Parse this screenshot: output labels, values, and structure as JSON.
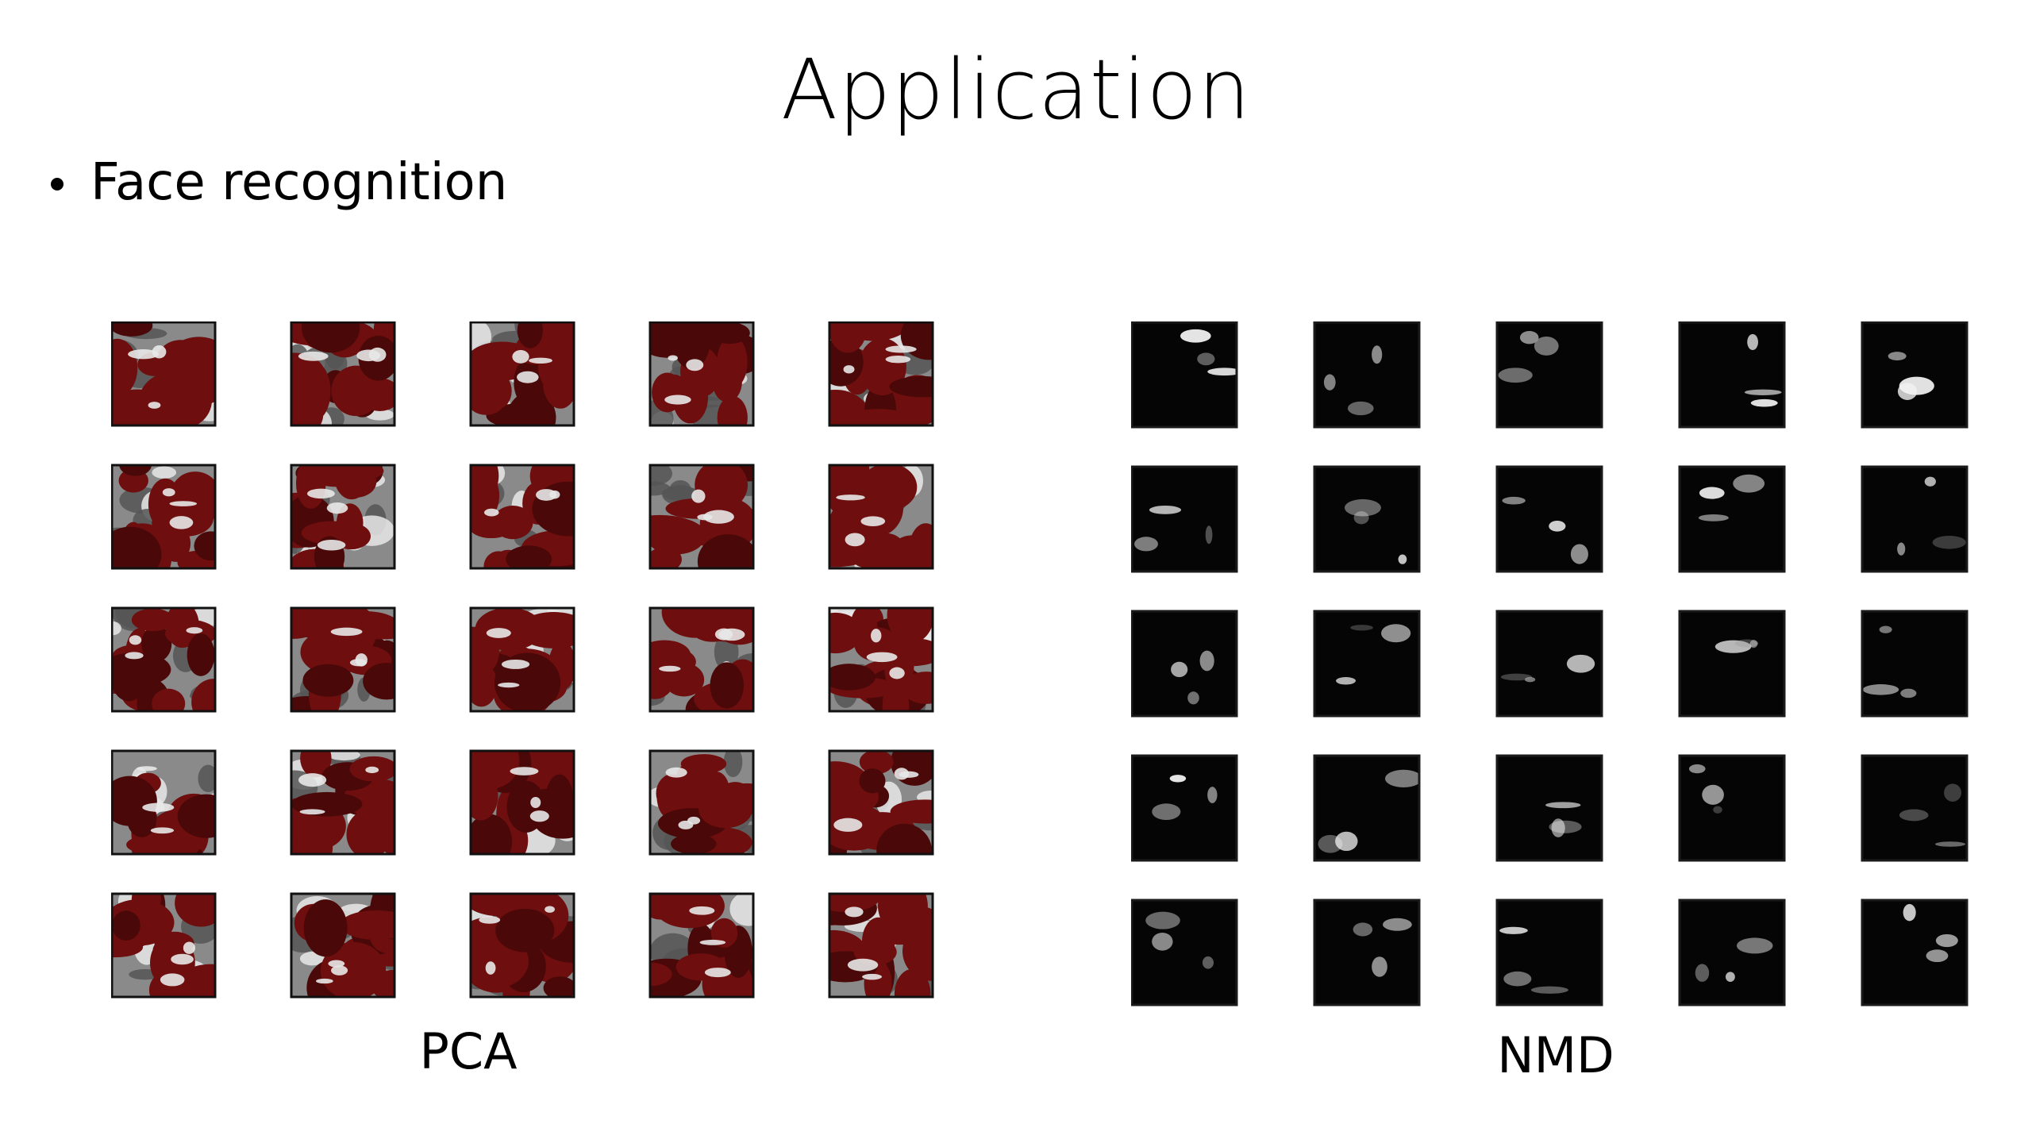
{
  "slide": {
    "title": "Application",
    "bullet": "Face recognition"
  },
  "panels": [
    {
      "id": "pca",
      "label": "PCA",
      "rows": 5,
      "cols": 5,
      "tile_style": "maroon-masked grayscale basis face",
      "colors": {
        "mask": "#6e0e0e",
        "mask_dark": "#4a0808",
        "light": "#e8e8e8",
        "mid": "#8a8a8a",
        "frame": "#111111"
      }
    },
    {
      "id": "nmd",
      "label": "NMD",
      "rows": 5,
      "cols": 5,
      "tile_style": "sparse bright parts on black",
      "colors": {
        "background": "#050505",
        "light": "#f2f2f2",
        "mid": "#9a9a9a",
        "frame": "#1a1a1a"
      }
    }
  ]
}
